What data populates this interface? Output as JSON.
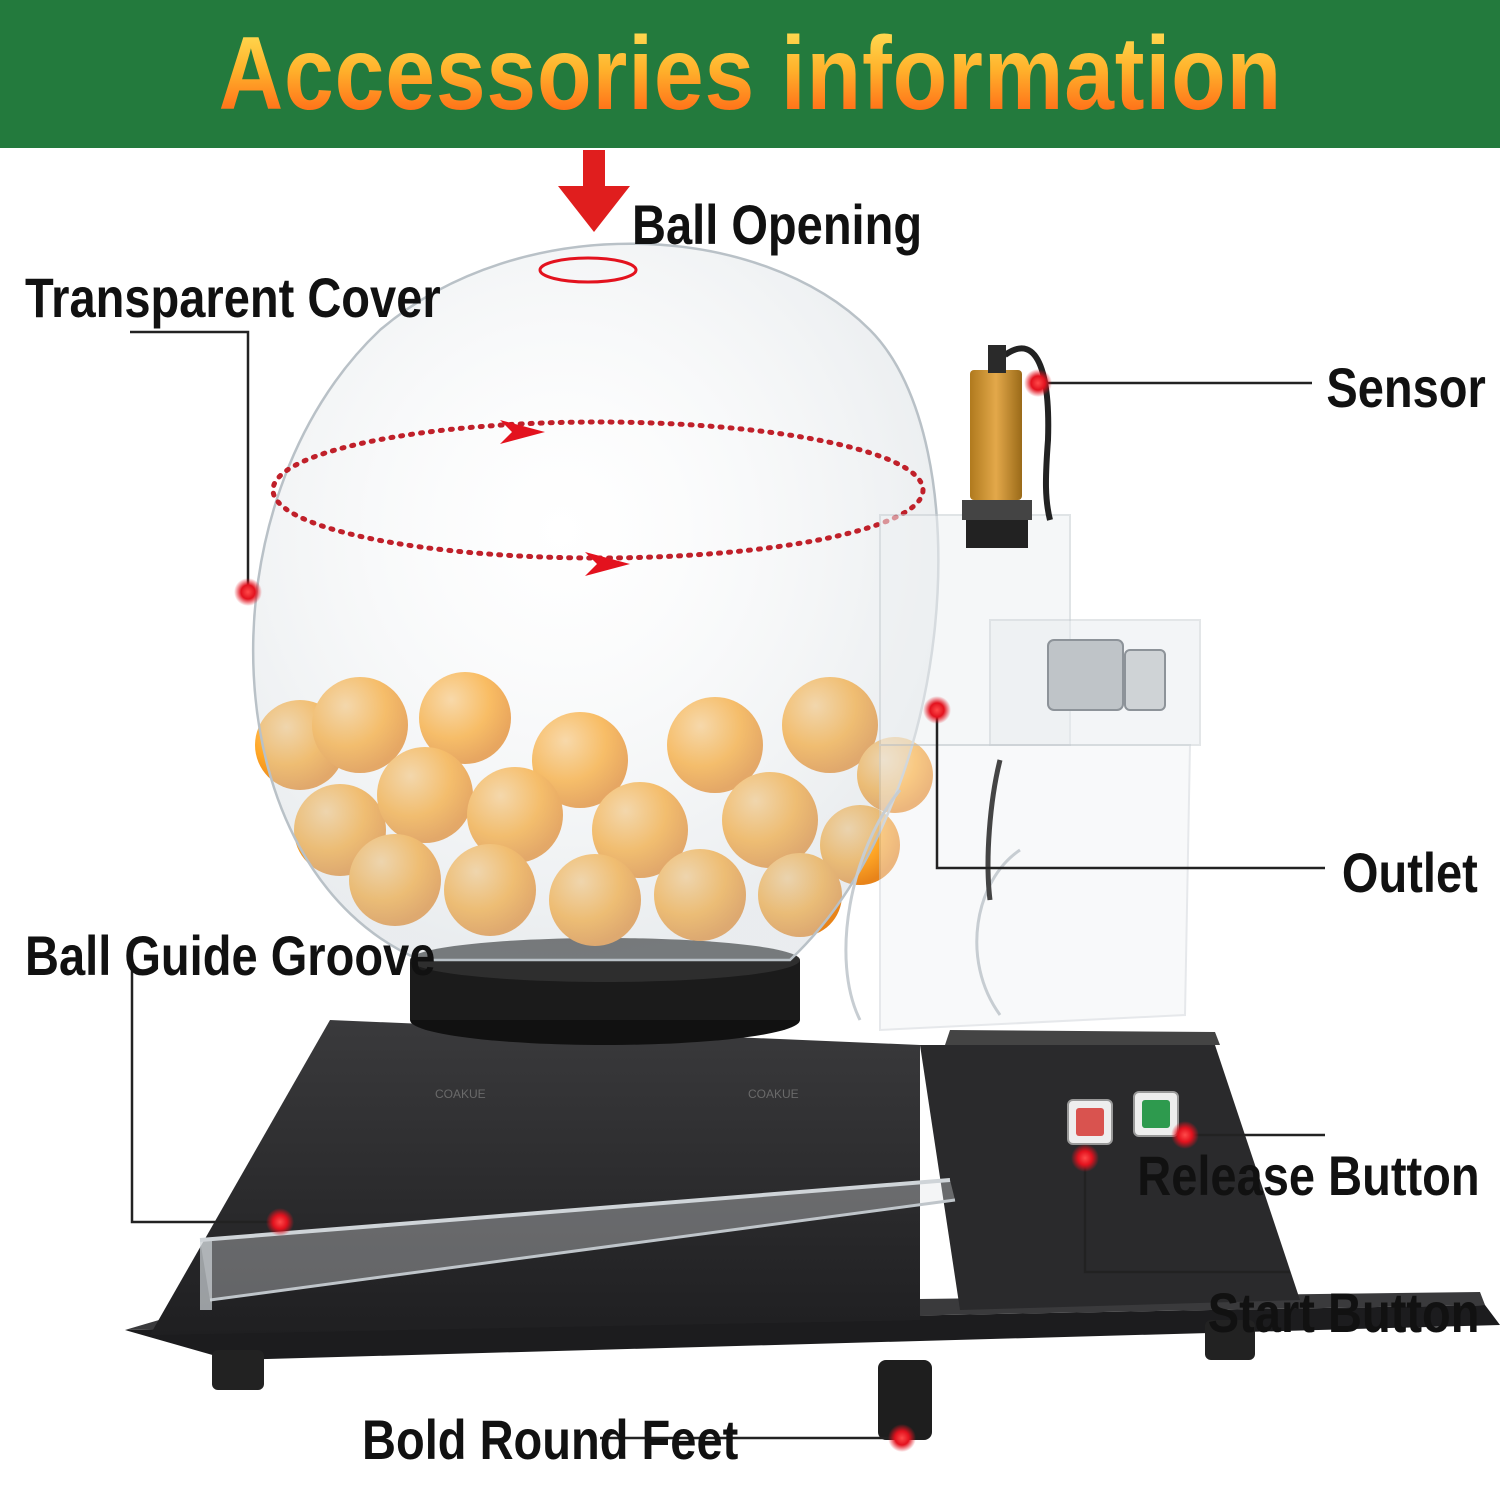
{
  "banner": {
    "title": "Accessories information",
    "background": "#237a3d",
    "gradient_top": "#ffe35a",
    "gradient_bottom": "#ff5a12"
  },
  "labels": {
    "ball_opening": "Ball Opening",
    "transparent_cover": "Transparent Cover",
    "sensor": "Sensor",
    "outlet": "Outlet",
    "ball_guide_groove": "Ball Guide Groove",
    "release_button": "Release Button",
    "start_button": "Start Button",
    "bold_round_feet": "Bold Round Feet"
  },
  "watermark": "COAKUE",
  "colors": {
    "marker": "#e3121e",
    "balls": "#ffa726",
    "machine_body": "#2c2c2e",
    "start_button": "#d9534f",
    "release_button": "#2e9a4e"
  },
  "icons": [
    "down-arrow-icon"
  ]
}
